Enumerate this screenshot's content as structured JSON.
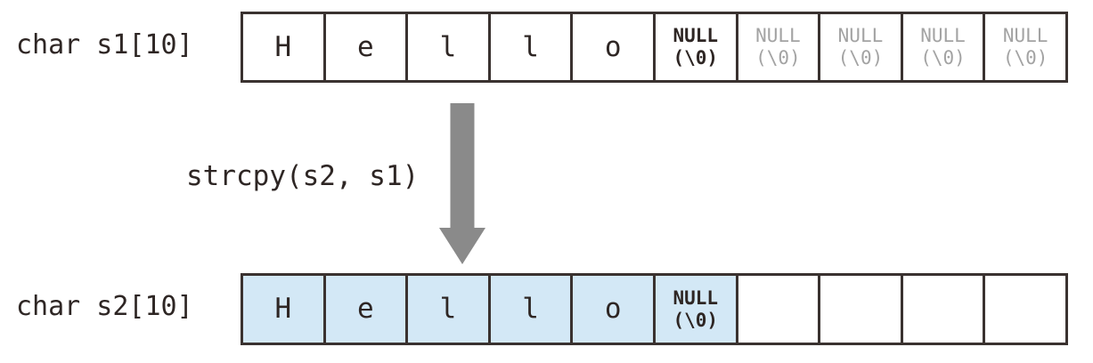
{
  "diagram": {
    "title": "strcpy string copy memory layout",
    "colors": {
      "border": "#3a3230",
      "text": "#2e2624",
      "dim_text": "#a3a3a3",
      "cell_fill": "#d3e8f6",
      "arrow": "#8a8a8a",
      "background": "#ffffff"
    },
    "arrow": {
      "icon": "arrow-down-icon",
      "direction": "down"
    },
    "operation_label": "strcpy(s2, s1)",
    "rows": [
      {
        "id": "s1",
        "label": "char s1[10]",
        "cells": [
          {
            "text": "H",
            "kind": "char",
            "filled": false,
            "dim": false
          },
          {
            "text": "e",
            "kind": "char",
            "filled": false,
            "dim": false
          },
          {
            "text": "l",
            "kind": "char",
            "filled": false,
            "dim": false
          },
          {
            "text": "l",
            "kind": "char",
            "filled": false,
            "dim": false
          },
          {
            "text": "o",
            "kind": "char",
            "filled": false,
            "dim": false
          },
          {
            "line1": "NULL",
            "line2": "(\\0)",
            "kind": "null",
            "filled": false,
            "dim": false
          },
          {
            "line1": "NULL",
            "line2": "(\\0)",
            "kind": "null",
            "filled": false,
            "dim": true
          },
          {
            "line1": "NULL",
            "line2": "(\\0)",
            "kind": "null",
            "filled": false,
            "dim": true
          },
          {
            "line1": "NULL",
            "line2": "(\\0)",
            "kind": "null",
            "filled": false,
            "dim": true
          },
          {
            "line1": "NULL",
            "line2": "(\\0)",
            "kind": "null",
            "filled": false,
            "dim": true
          }
        ]
      },
      {
        "id": "s2",
        "label": "char s2[10]",
        "cells": [
          {
            "text": "H",
            "kind": "char",
            "filled": true,
            "dim": false
          },
          {
            "text": "e",
            "kind": "char",
            "filled": true,
            "dim": false
          },
          {
            "text": "l",
            "kind": "char",
            "filled": true,
            "dim": false
          },
          {
            "text": "l",
            "kind": "char",
            "filled": true,
            "dim": false
          },
          {
            "text": "o",
            "kind": "char",
            "filled": true,
            "dim": false
          },
          {
            "line1": "NULL",
            "line2": "(\\0)",
            "kind": "null",
            "filled": true,
            "dim": false
          },
          {
            "text": "",
            "kind": "empty",
            "filled": false,
            "dim": false
          },
          {
            "text": "",
            "kind": "empty",
            "filled": false,
            "dim": false
          },
          {
            "text": "",
            "kind": "empty",
            "filled": false,
            "dim": false
          },
          {
            "text": "",
            "kind": "empty",
            "filled": false,
            "dim": false
          }
        ]
      }
    ]
  }
}
